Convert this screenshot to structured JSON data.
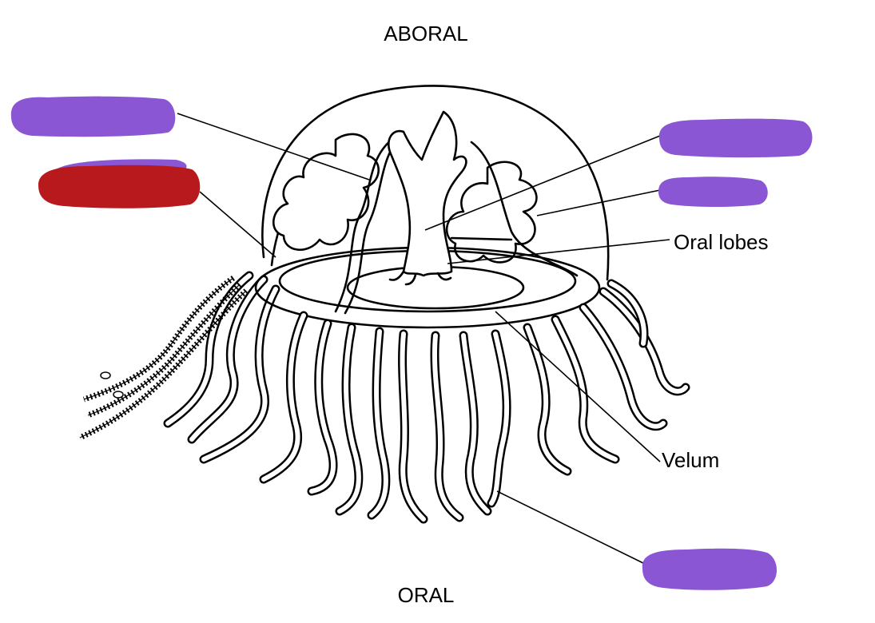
{
  "labels": {
    "top": "ABORAL",
    "bottom": "ORAL",
    "oral_lobes": "Oral lobes",
    "velum": "Velum"
  },
  "colors": {
    "hidden_label_purple": "#8a56d4",
    "hidden_label_red": "#b8191c",
    "ink": "#000000"
  }
}
